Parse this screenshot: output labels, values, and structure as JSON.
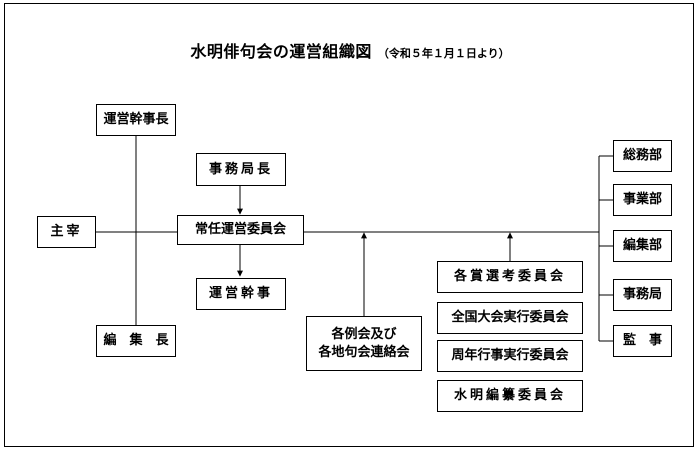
{
  "title": "水明俳句会の運営組織図",
  "subtitle": "（令和５年１月１日より）",
  "boxes": {
    "unei_kanji_cho": "運営幹事長",
    "shusai": "主宰",
    "henshu_cho": "編　集　長",
    "jimukyoku_cho": "事務局長",
    "joninunei_iinkai": "常任運営委員会",
    "unei_kanji": "運営幹事",
    "kakureikai": "各例会及び\n各地句会連絡会",
    "kakusho_senko": "各賞選考委員会",
    "zenkoku_taikai": "全国大会実行委員会",
    "shunen_gyoji": "周年行事実行委員会",
    "suimei_hensan": "水明編纂委員会",
    "somubu": "総務部",
    "jigyobu": "事業部",
    "henshubu": "編集部",
    "jimukyoku": "事務局",
    "kanji": "監　事"
  }
}
